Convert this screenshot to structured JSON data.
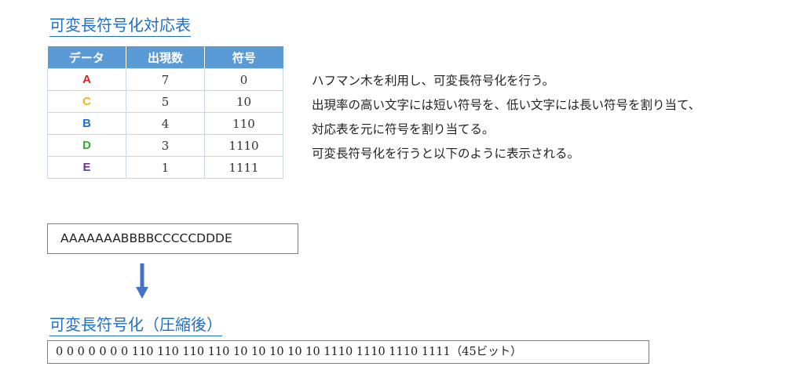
{
  "title": "可変長符号化対応表",
  "table": {
    "headers": [
      "データ",
      "出現数",
      "符号"
    ],
    "rows": [
      {
        "data": "A",
        "count": "7",
        "code": "0",
        "color": "#e0201b"
      },
      {
        "data": "C",
        "count": "5",
        "code": "10",
        "color": "#f4b716"
      },
      {
        "data": "B",
        "count": "4",
        "code": "110",
        "color": "#1f6fc4"
      },
      {
        "data": "D",
        "count": "3",
        "code": "1110",
        "color": "#36a838"
      },
      {
        "data": "E",
        "count": "1",
        "code": "1111",
        "color": "#7030a0"
      }
    ]
  },
  "description": [
    "ハフマン木を利用し、可変長符号化を行う。",
    "出現率の高い文字には短い符号を、低い文字には長い符号を割り当て、",
    "対応表を元に符号を割り当てる。",
    "可変長符号化を行うと以下のように表示される。"
  ],
  "source_string": "AAAAAAABBBBCCCCCDDDE",
  "arrow": {
    "icon": "arrow-down-icon",
    "color": "#4472c4"
  },
  "compressed_title": "可変長符号化（圧縮後）",
  "compressed_string": "0 0 0 0 0 0 0 110 110 110 110 10 10 10 10 10 1110 1110 1110 1111（45ビット）"
}
